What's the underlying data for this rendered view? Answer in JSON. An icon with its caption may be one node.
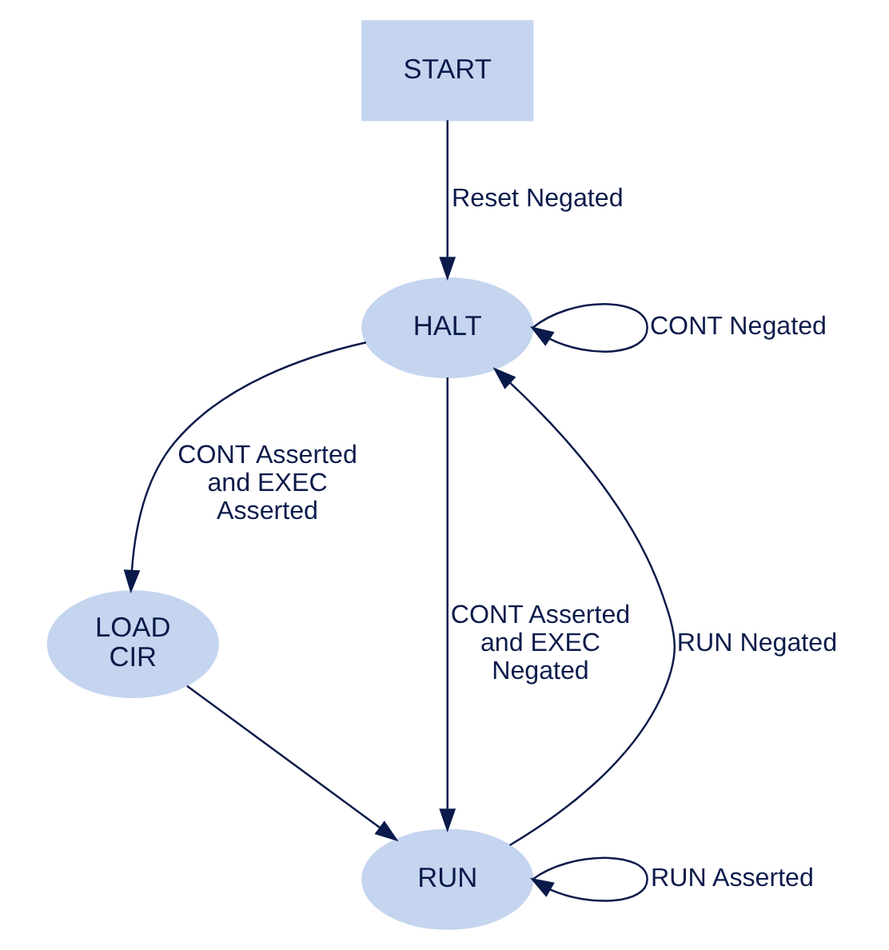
{
  "diagram": {
    "nodes": [
      {
        "text": [
          "START"
        ]
      },
      {
        "text": [
          "HALT"
        ]
      },
      {
        "text": [
          "LOAD CIR"
        ]
      },
      {
        "text": [
          "RUN"
        ]
      }
    ],
    "edges": [
      {
        "from": 0,
        "to": 1,
        "arrow": "to",
        "label": "Reset Negated"
      },
      {
        "from": 1,
        "to": 1,
        "arrow": "to",
        "label": "CONT Negated"
      },
      {
        "from": 1,
        "to": 2,
        "arrow": "to",
        "label": "CONT Asserted and EXEC Asserted"
      },
      {
        "from": 1,
        "to": 3,
        "arrow": "to",
        "label": "CONT Asserted and EXEC Negated"
      },
      {
        "from": 2,
        "to": 3,
        "arrow": "to"
      },
      {
        "from": 3,
        "to": 1,
        "arrow": "to",
        "label": "RUN Negated"
      },
      {
        "from": 3,
        "to": 3,
        "arrow": "to",
        "label": "RUN Asserted"
      }
    ]
  }
}
